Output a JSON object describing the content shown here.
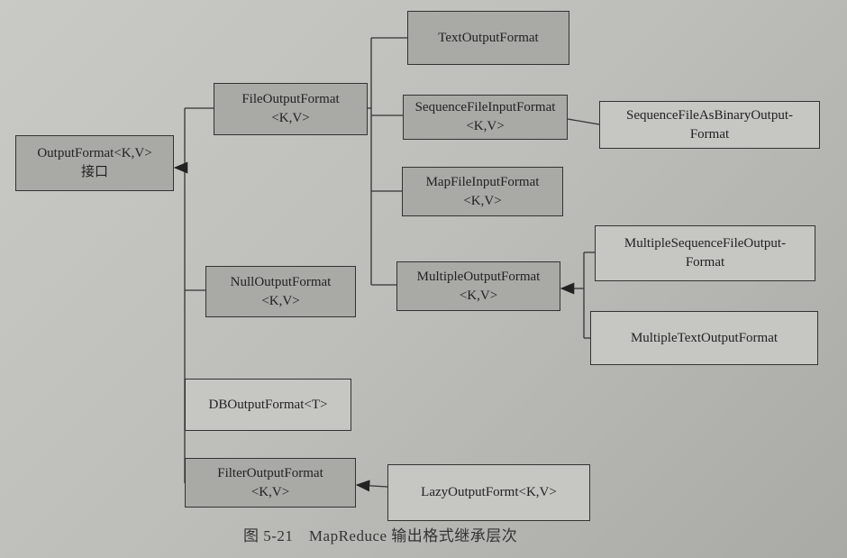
{
  "nodes": {
    "output_format": {
      "line1": "OutputFormat<K,V>",
      "line2": "接口"
    },
    "file_output_format": {
      "line1": "FileOutputFormat",
      "line2": "<K,V>"
    },
    "text_output_format": {
      "line1": "TextOutputFormat"
    },
    "sequence_file_input_format": {
      "line1": "SequenceFileInputFormat",
      "line2": "<K,V>"
    },
    "sequence_file_as_binary": {
      "line1": "SequenceFileAsBinaryOutput-",
      "line2": "Format"
    },
    "map_file_input_format": {
      "line1": "MapFileInputFormat",
      "line2": "<K,V>"
    },
    "multiple_output_format": {
      "line1": "MultipleOutputFormat",
      "line2": "<K,V>"
    },
    "multiple_sequence_file": {
      "line1": "MultipleSequenceFileOutput-",
      "line2": "Format"
    },
    "multiple_text": {
      "line1": "MultipleTextOutputFormat"
    },
    "null_output_format": {
      "line1": "NullOutputFormat",
      "line2": "<K,V>"
    },
    "db_output_format": {
      "line1": "DBOutputFormat<T>"
    },
    "filter_output_format": {
      "line1": "FilterOutputFormat",
      "line2": "<K,V>"
    },
    "lazy_output_format": {
      "line1": "LazyOutputFormt<K,V>"
    }
  },
  "caption": "图 5-21　MapReduce 输出格式继承层次"
}
